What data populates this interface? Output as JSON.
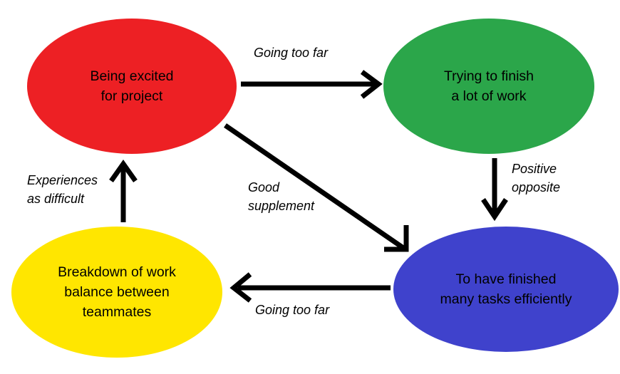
{
  "diagram": {
    "title": "Project work cycle diagram",
    "background": "#FFFFFF",
    "nodes": [
      {
        "id": "red",
        "label": "Being excited\nfor project",
        "color": "#ED2024",
        "name": "node-being-excited-for-project"
      },
      {
        "id": "green",
        "label": "Trying to finish\na lot of work",
        "color": "#2BA64A",
        "name": "node-trying-to-finish-a-lot-of-work"
      },
      {
        "id": "yellow",
        "label": "Breakdown of work\nbalance between\nteammates",
        "color": "#FFE600",
        "name": "node-breakdown-of-work-balance"
      },
      {
        "id": "blue",
        "label": "To have finished\nmany tasks efficiently",
        "color": "#3F42CC",
        "name": "node-to-have-finished-many-tasks"
      }
    ],
    "edges": [
      {
        "id": "red-to-green",
        "label": "Going too far",
        "from": "red",
        "to": "green",
        "color": "#000000"
      },
      {
        "id": "green-to-blue",
        "label": "Positive\nopposite",
        "from": "green",
        "to": "blue",
        "color": "#000000"
      },
      {
        "id": "red-to-blue",
        "label": "Good\nsupplement",
        "from": "red",
        "to": "blue",
        "color": "#000000"
      },
      {
        "id": "blue-to-yellow",
        "label": "Going too far",
        "from": "blue",
        "to": "yellow",
        "color": "#000000"
      },
      {
        "id": "yellow-to-red",
        "label": "Experiences\nas difficult",
        "from": "yellow",
        "to": "red",
        "color": "#000000"
      }
    ]
  }
}
